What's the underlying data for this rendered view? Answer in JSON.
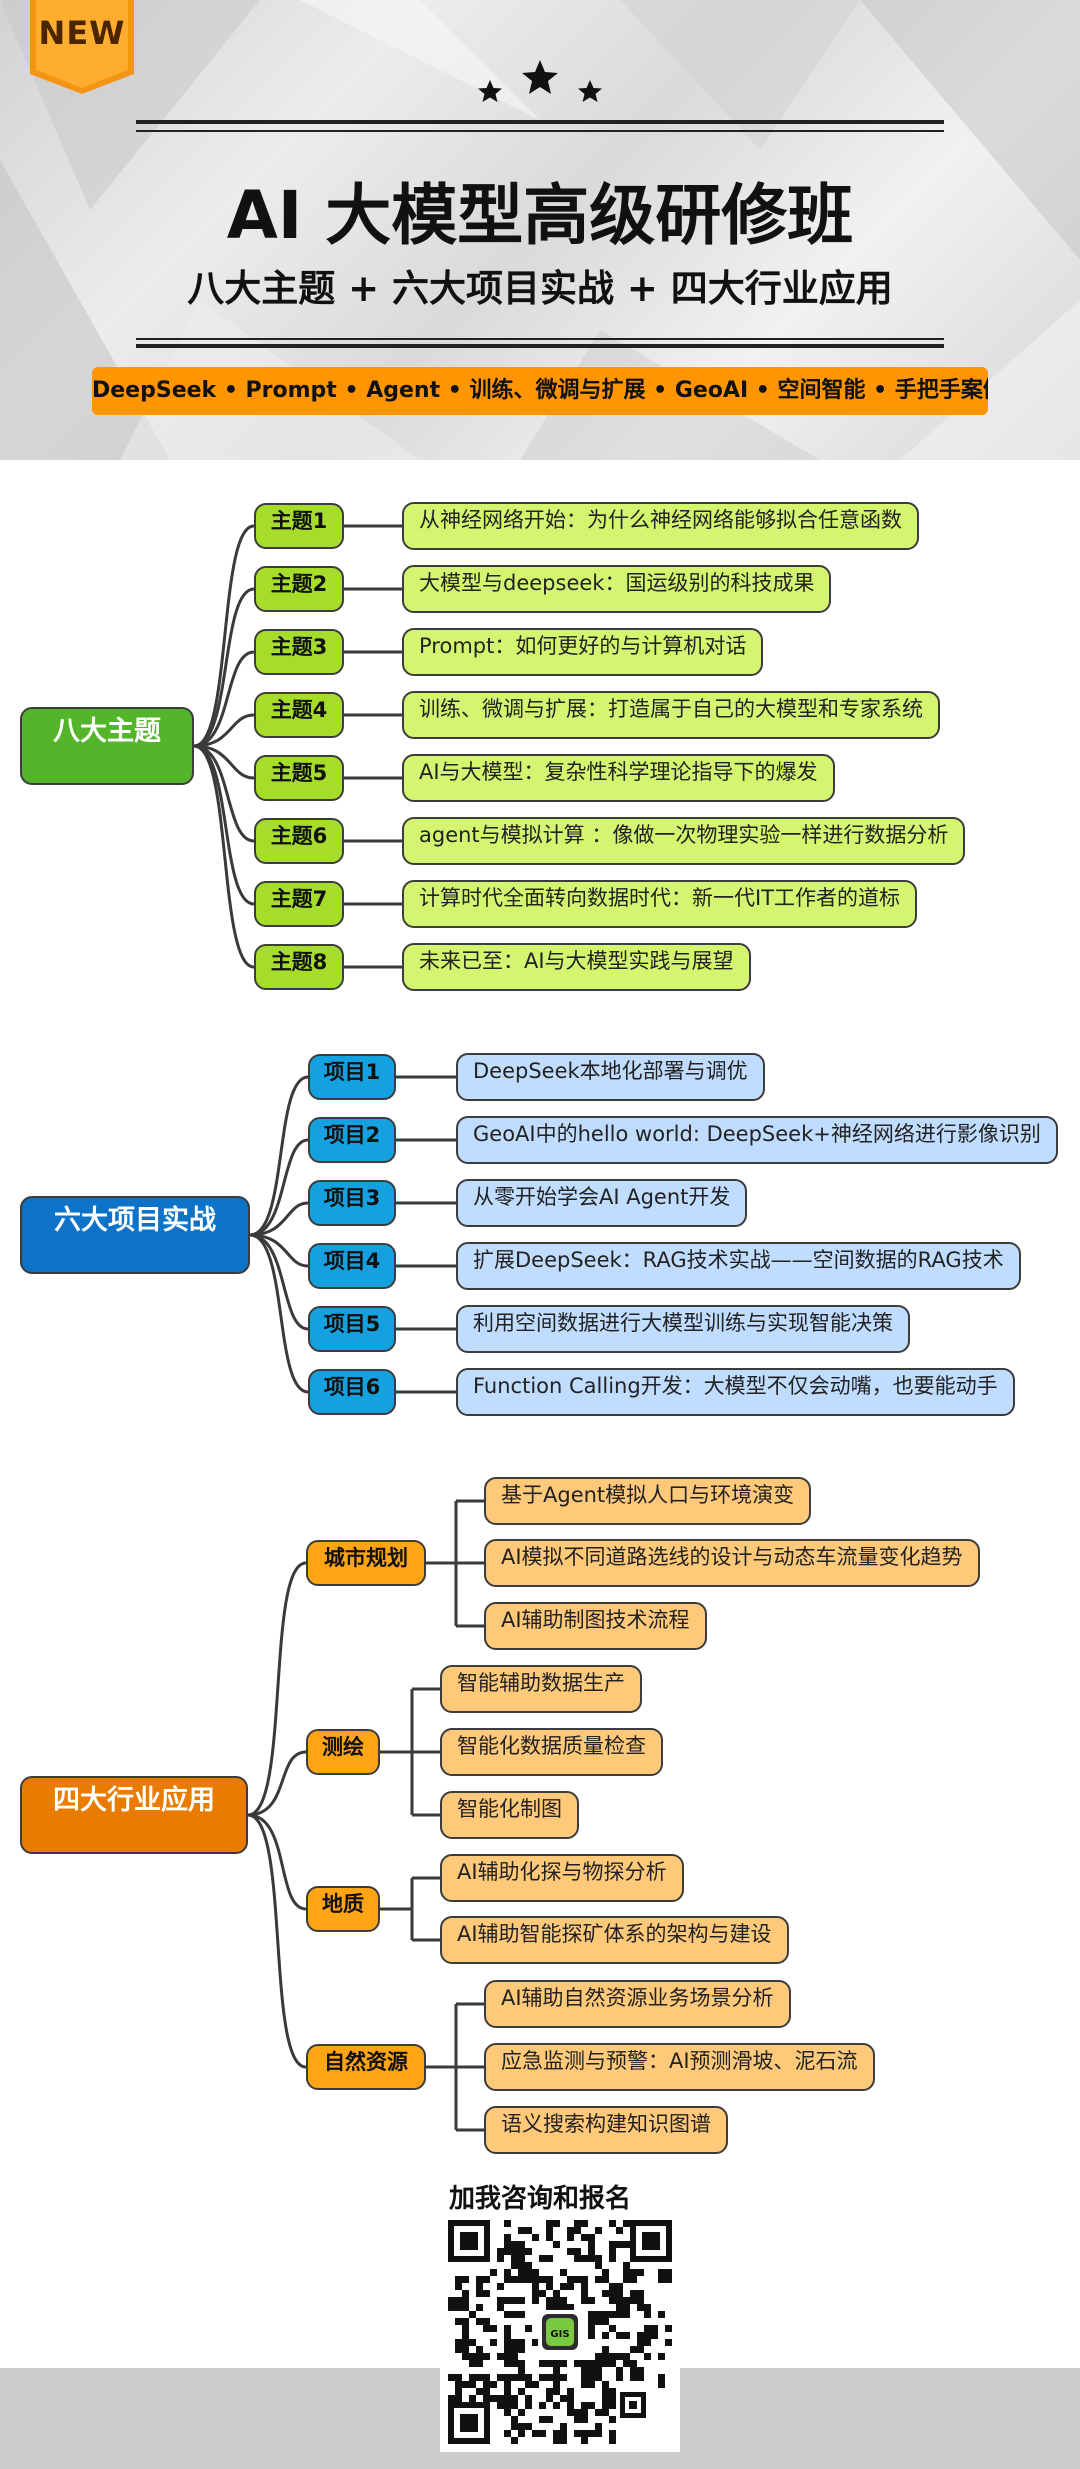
{
  "badge": "NEW",
  "header": {
    "title": "AI 大模型高级研修班",
    "subtitle": "八大主题 + 六大项目实战 + 四大行业应用",
    "tagline": "DeepSeek • Prompt • Agent • 训练、微调与扩展 • GeoAI • 空间智能 • 手把手案例实战"
  },
  "sections": [
    {
      "root": "八大主题",
      "items": [
        {
          "tag": "主题1",
          "text": "从神经网络开始：为什么神经网络能够拟合任意函数"
        },
        {
          "tag": "主题2",
          "text": "大模型与deepseek：国运级别的科技成果"
        },
        {
          "tag": "主题3",
          "text": "Prompt：如何更好的与计算机对话"
        },
        {
          "tag": "主题4",
          "text": "训练、微调与扩展：打造属于自己的大模型和专家系统"
        },
        {
          "tag": "主题5",
          "text": "AI与大模型：复杂性科学理论指导下的爆发"
        },
        {
          "tag": "主题6",
          "text": "agent与模拟计算 ：像做一次物理实验一样进行数据分析"
        },
        {
          "tag": "主题7",
          "text": "计算时代全面转向数据时代：新一代IT工作者的道标"
        },
        {
          "tag": "主题8",
          "text": "未来已至：AI与大模型实践与展望"
        }
      ]
    },
    {
      "root": "六大项目实战",
      "items": [
        {
          "tag": "项目1",
          "text": "DeepSeek本地化部署与调优"
        },
        {
          "tag": "项目2",
          "text": "GeoAI中的hello world: DeepSeek+神经网络进行影像识别"
        },
        {
          "tag": "项目3",
          "text": "从零开始学会AI Agent开发"
        },
        {
          "tag": "项目4",
          "text": "扩展DeepSeek：RAG技术实战——空间数据的RAG技术"
        },
        {
          "tag": "项目5",
          "text": "利用空间数据进行大模型训练与实现智能决策"
        },
        {
          "tag": "项目6",
          "text": "Function Calling开发：大模型不仅会动嘴，也要能动手"
        }
      ]
    },
    {
      "root": "四大行业应用",
      "groups": [
        {
          "tag": "城市规划",
          "items": [
            "基于Agent模拟人口与环境演变",
            "AI模拟不同道路选线的设计与动态车流量变化趋势",
            "AI辅助制图技术流程"
          ]
        },
        {
          "tag": "测绘",
          "items": [
            "智能辅助数据生产",
            "智能化数据质量检查",
            "智能化制图"
          ]
        },
        {
          "tag": "地质",
          "items": [
            "AI辅助化探与物探分析",
            "AI辅助智能探矿体系的架构与建设"
          ]
        },
        {
          "tag": "自然资源",
          "items": [
            "AI辅助自然资源业务场景分析",
            "应急监测与预警：AI预测滑坡、泥石流",
            "语义搜索构建知识图谱"
          ]
        }
      ]
    }
  ],
  "contact": {
    "label": "加我咨询和报名",
    "qr_center_text": "GIS"
  },
  "colors": {
    "accent_orange": "#ff9500",
    "green_root": "#52b52a",
    "blue_root": "#0d73c8",
    "orange_root": "#e97b00"
  }
}
